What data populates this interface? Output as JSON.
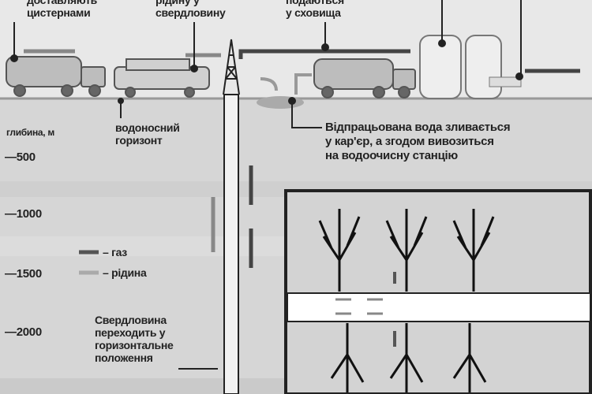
{
  "top_labels": {
    "tankers": [
      "доставляють",
      "цистернами"
    ],
    "pump": [
      "рідину у",
      "свердловину"
    ],
    "storage": [
      "подаються",
      "у сховища"
    ]
  },
  "aquifer": [
    "водоносний",
    "горизонт"
  ],
  "waste_water": [
    "Відпрацьована вода зливається",
    "у кар'єр, а згодом вивозиться",
    "на водоочисну станцію"
  ],
  "depth": {
    "title": "глибина, м",
    "marks": [
      "—500",
      "—1000",
      "—1500",
      "—2000"
    ]
  },
  "legend": {
    "gas": "– газ",
    "liquid": "– рідина",
    "gas_color": "#555555",
    "liquid_color": "#aaaaaa"
  },
  "horizontal_note": [
    "Свердловина",
    "переходить у",
    "горизонтальне",
    "положення"
  ]
}
